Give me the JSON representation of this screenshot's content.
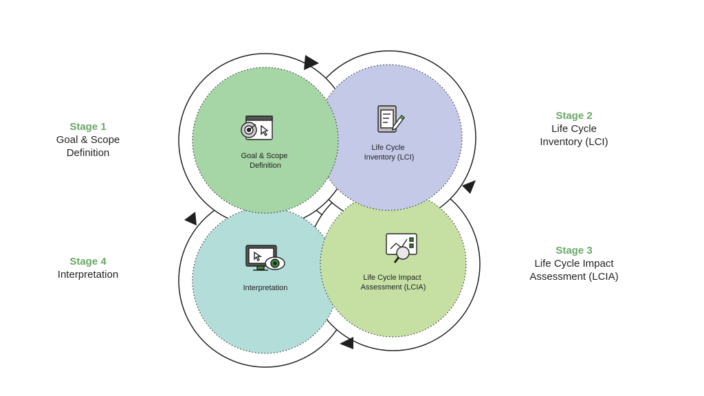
{
  "colors": {
    "goal": "#a6d5a6",
    "inventory": "#c5c9e8",
    "impact": "#c6e0a4",
    "interpretation": "#b3ddd9",
    "ring": "#1f1f1f",
    "stage_accent": "#6aa968"
  },
  "stages": [
    {
      "stage_label": "Stage 1",
      "name": "Goal & Scope\nDefinition",
      "circle_lines": [
        "Goal & Scope",
        "Definition"
      ],
      "icon": "target-window-icon"
    },
    {
      "stage_label": "Stage 2",
      "name": "Life Cycle\nInventory (LCI)",
      "circle_lines": [
        "Life Cycle",
        "Inventory (LCI)"
      ],
      "icon": "clipboard-pencil-icon"
    },
    {
      "stage_label": "Stage 3",
      "name": "Life Cycle Impact\nAssessment (LCIA)",
      "circle_lines": [
        "Life Cycle Impact",
        "Assessment (LCIA)"
      ],
      "icon": "chart-magnifier-icon"
    },
    {
      "stage_label": "Stage 4",
      "name": "Interpretation",
      "circle_lines": [
        "Interpretation"
      ],
      "icon": "monitor-eye-icon"
    }
  ]
}
